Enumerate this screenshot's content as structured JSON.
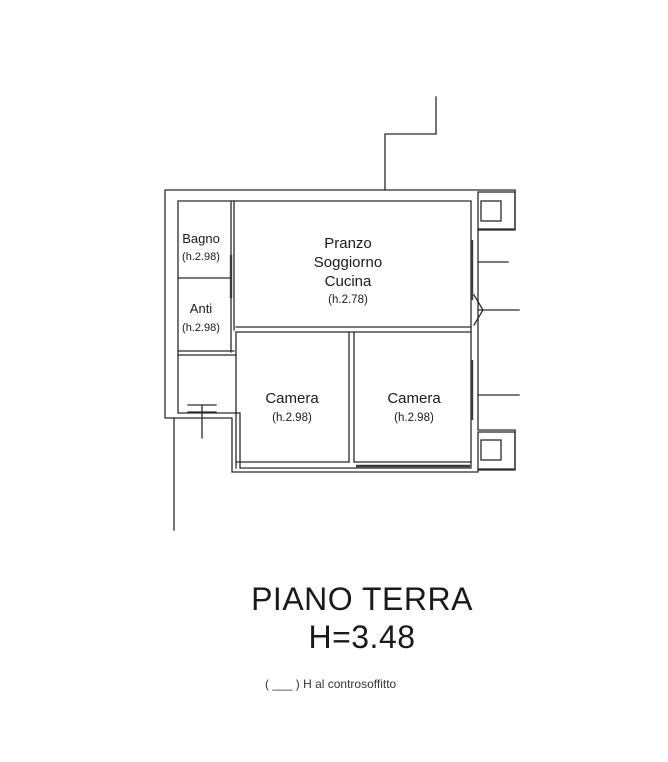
{
  "rooms": {
    "bagno": {
      "name": "Bagno",
      "height": "(h.2.98)"
    },
    "anti": {
      "name": "Anti",
      "height": "(h.2.98)"
    },
    "living": {
      "line1": "Pranzo",
      "line2": "Soggiorno",
      "line3": "Cucina",
      "height": "(h.2.78)"
    },
    "camera_left": {
      "name": "Camera",
      "height": "(h.2.98)"
    },
    "camera_right": {
      "name": "Camera",
      "height": "(h.2.98)"
    }
  },
  "title": {
    "floor": "PIANO TERRA",
    "height": "H=3.48"
  },
  "legend": {
    "open": "(",
    "blank": "___",
    "close": ")",
    "text": "H al controsoffitto"
  }
}
